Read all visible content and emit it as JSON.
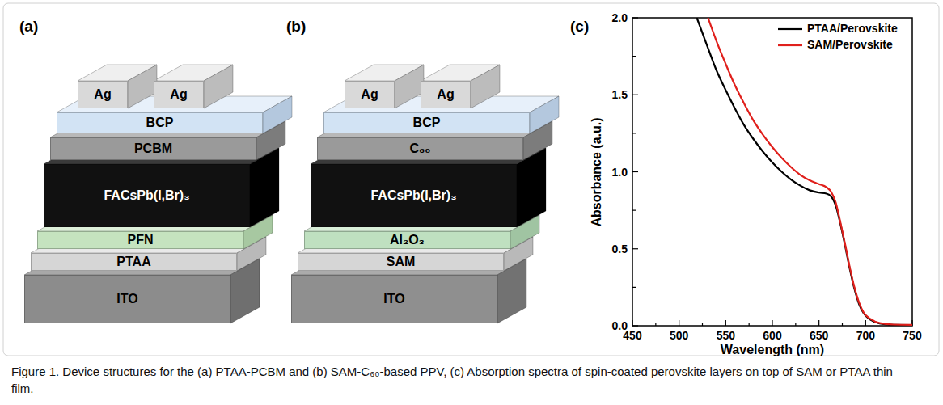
{
  "diagram": {
    "caption": "Figure 1. Device structures for the (a) PTAA-PCBM and (b) SAM-C₆₀-based PPV, (c) Absorption spectra of spin-coated perovskite layers on top of SAM or PTAA thin film.",
    "nodes": [
      {
        "text": [
          "Ag"
        ]
      },
      {
        "text": [
          "Ag"
        ]
      },
      {
        "text": [
          "BCP"
        ]
      },
      {
        "text": [
          "PCBM"
        ]
      },
      {
        "text": [
          "FACsPb(I,Br)₃"
        ]
      },
      {
        "text": [
          "PFN"
        ]
      },
      {
        "text": [
          "PTAA"
        ]
      },
      {
        "text": [
          "ITO"
        ]
      },
      {
        "text": [
          "Ag"
        ]
      },
      {
        "text": [
          "Ag"
        ]
      },
      {
        "text": [
          "BCP"
        ]
      },
      {
        "text": [
          "C₆₀"
        ]
      },
      {
        "text": [
          "FACsPb(I,Br)₃"
        ]
      },
      {
        "text": [
          "Al₂O₃"
        ]
      },
      {
        "text": [
          "SAM"
        ]
      },
      {
        "text": [
          "ITO"
        ]
      }
    ],
    "labels": [
      "(a)",
      "(b)",
      "(c)",
      "0.0",
      "0.5",
      "1.0",
      "1.5",
      "2.0",
      "450",
      "500",
      "550",
      "600",
      "650",
      "700",
      "750",
      "Absorbance (a.u.)",
      "Wavelength (nm)"
    ],
    "legend": [
      {
        "text": "PTAA/Perovskite"
      },
      {
        "text": "SAM/Perovskite"
      }
    ]
  }
}
